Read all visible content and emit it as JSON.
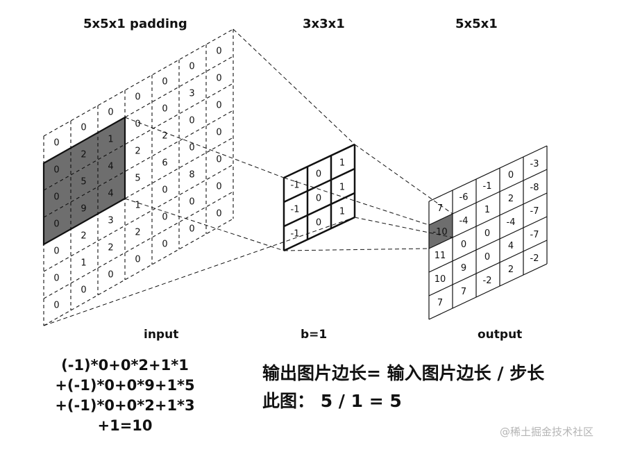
{
  "headers": {
    "input_size": "5x5x1  padding",
    "kernel_size": "3x3x1",
    "output_size": "5x5x1"
  },
  "labels": {
    "input": "input",
    "kernel": "b=1",
    "output": "output"
  },
  "input_grid": [
    [
      "0",
      "0",
      "0",
      "0",
      "0",
      "0",
      "0"
    ],
    [
      "0",
      "2",
      "1",
      "0",
      "0",
      "3",
      "0"
    ],
    [
      "0",
      "5",
      "4",
      "2",
      "2",
      "0",
      "0"
    ],
    [
      "0",
      "9",
      "4",
      "5",
      "6",
      "0",
      "0"
    ],
    [
      "0",
      "2",
      "3",
      "1",
      "0",
      "8",
      "0"
    ],
    [
      "0",
      "1",
      "2",
      "2",
      "0",
      "0",
      "0"
    ],
    [
      "0",
      "0",
      "0",
      "0",
      "0",
      "0",
      "0"
    ]
  ],
  "kernel_grid": [
    [
      "-1",
      "0",
      "1"
    ],
    [
      "-1",
      "0",
      "1"
    ],
    [
      "-1",
      "0",
      "1"
    ]
  ],
  "output_grid": [
    [
      "7",
      "-6",
      "-1",
      "0",
      "-3"
    ],
    [
      "-10",
      "-4",
      "1",
      "2",
      "-8"
    ],
    [
      "11",
      "0",
      "0",
      "-4",
      "-7"
    ],
    [
      "10",
      "9",
      "0",
      "4",
      "-7"
    ],
    [
      "7",
      "7",
      "-2",
      "2",
      "-2"
    ]
  ],
  "formula": [
    "(-1)*0+0*2+1*1",
    "+(-1)*0+0*9+1*5",
    "+(-1)*0+0*2+1*3",
    "+1=10"
  ],
  "rule": {
    "line1": "输出图片边长= 输入图片边长 / 步长",
    "line2": "此图： 5 / 1  =  5"
  },
  "watermark": "@稀土掘金技术社区",
  "colors": {
    "highlight": "#6e6e6e",
    "line": "#111111"
  }
}
